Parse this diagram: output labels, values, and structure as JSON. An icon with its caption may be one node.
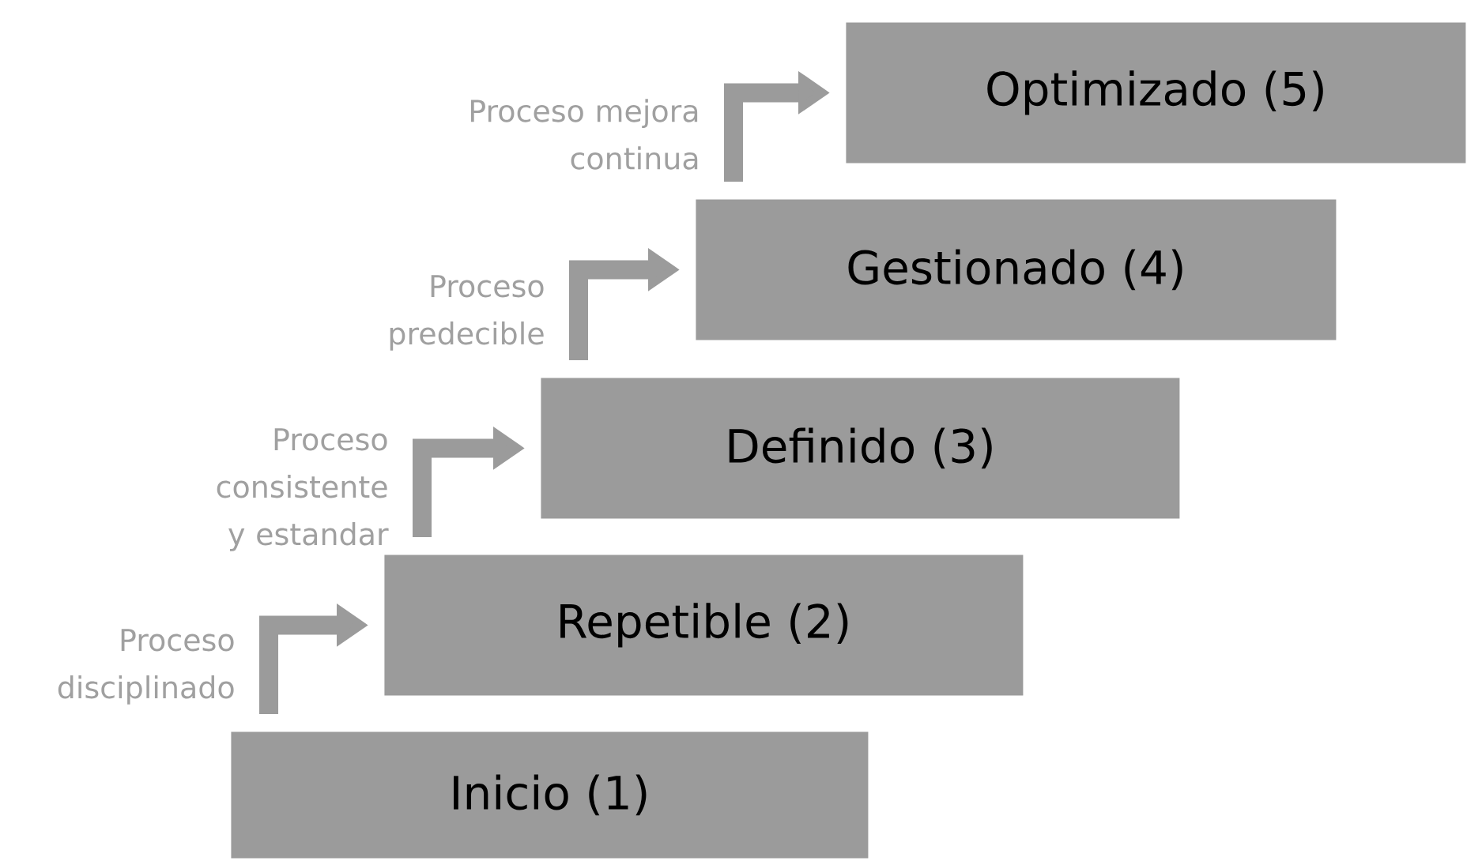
{
  "diagram": {
    "nodes": [
      {
        "text": [
          "Inicio (1)"
        ]
      },
      {
        "text": [
          "Repetible (2)"
        ]
      },
      {
        "text": [
          "Definido (3)"
        ]
      },
      {
        "text": [
          "Gestionado (4)"
        ]
      },
      {
        "text": [
          "Optimizado (5)"
        ]
      }
    ],
    "edges": [
      {
        "from": 0,
        "to": 1,
        "arrow": "to",
        "label": "Proceso disciplinado"
      },
      {
        "from": 1,
        "to": 2,
        "arrow": "to",
        "label": "Proceso consistente y estandar"
      },
      {
        "from": 2,
        "to": 3,
        "arrow": "to",
        "label": "Proceso predecible"
      },
      {
        "from": 3,
        "to": 4,
        "arrow": "to",
        "label": "Proceso mejora continua"
      }
    ]
  }
}
